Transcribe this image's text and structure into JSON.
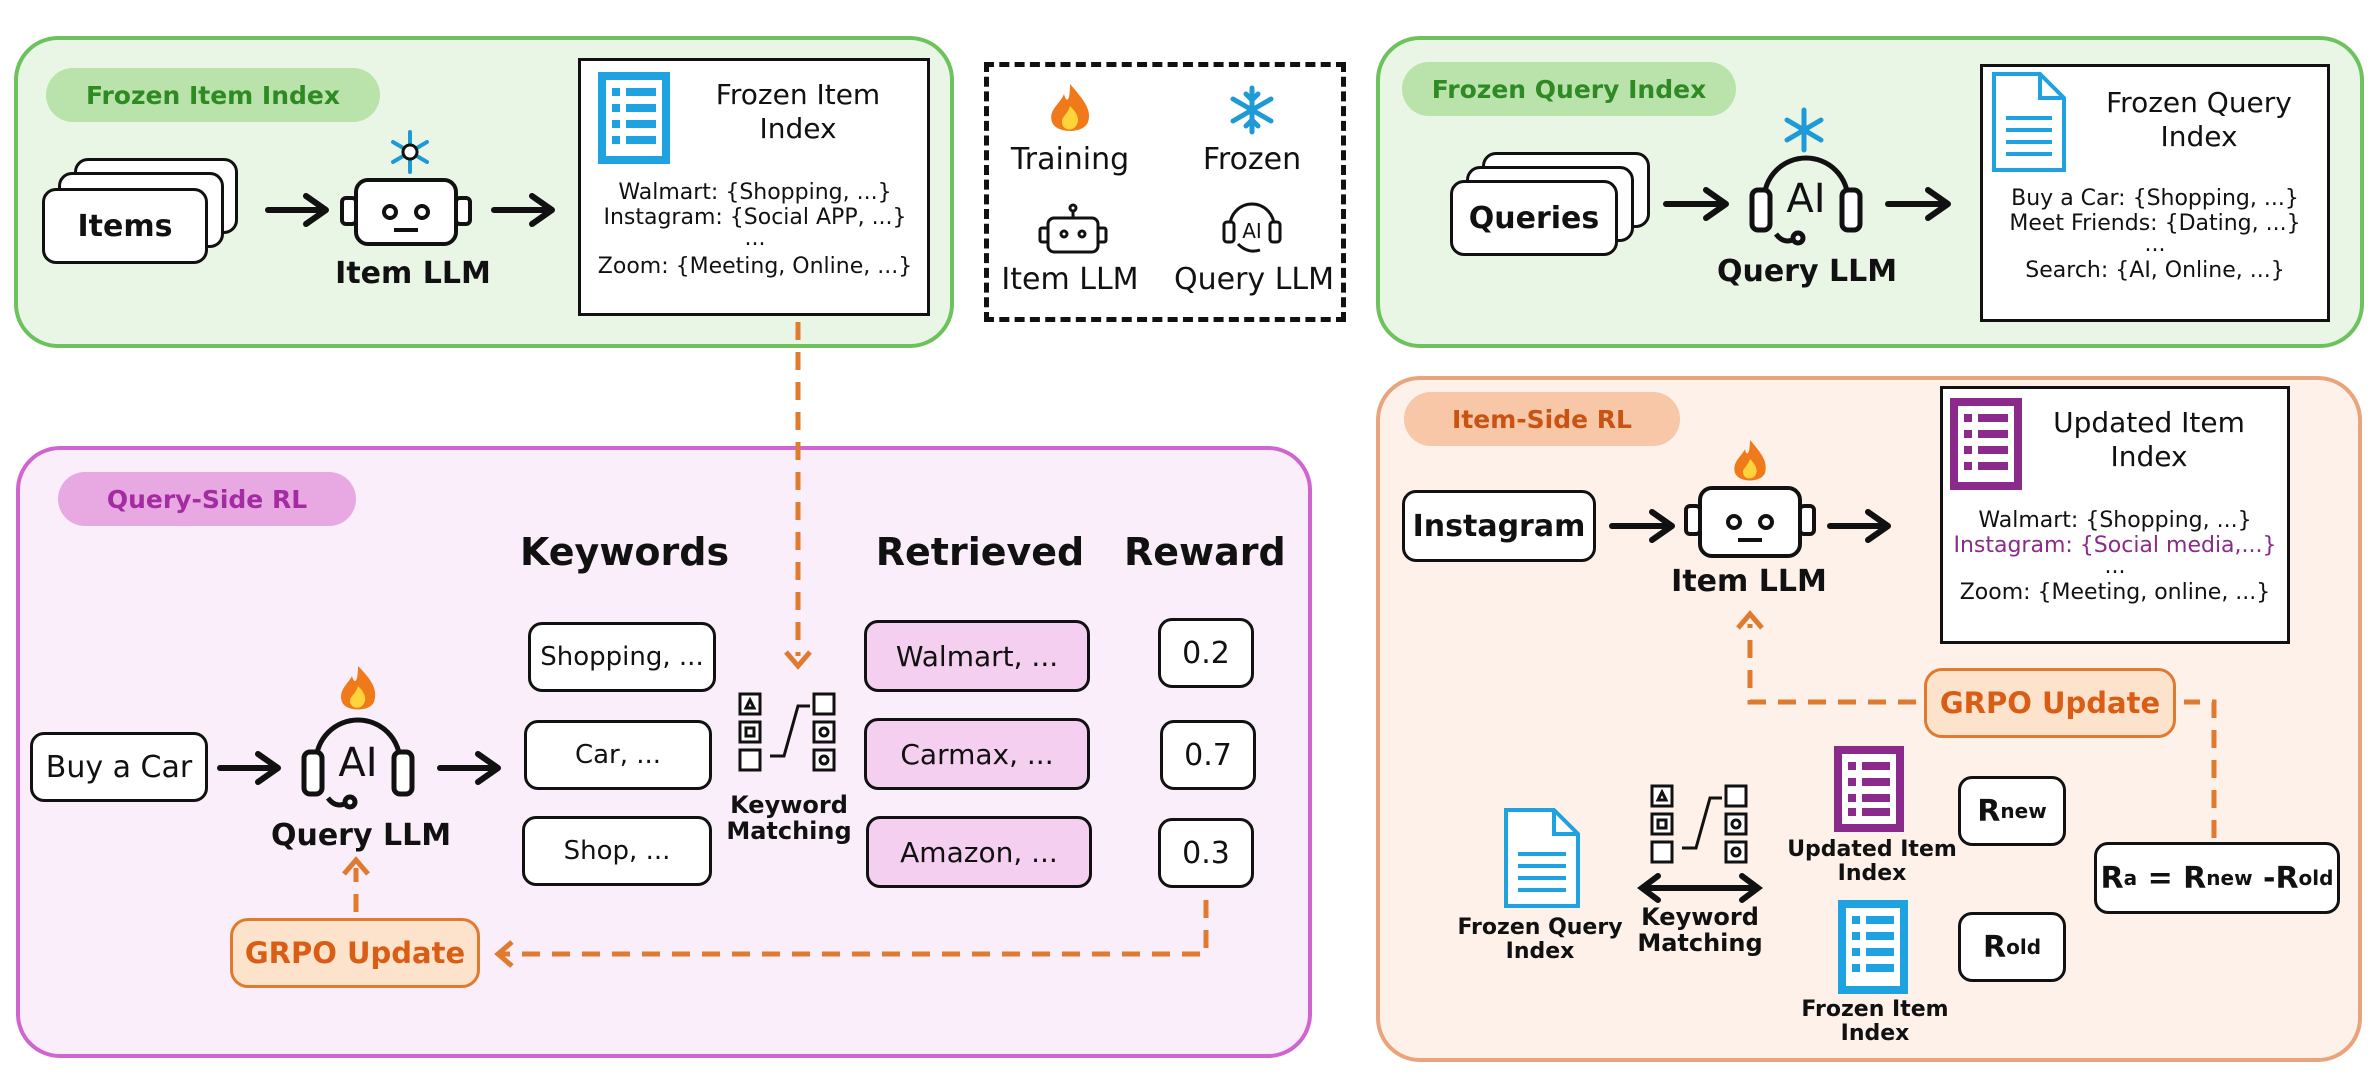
{
  "colors": {
    "green_panel": "#e9f6e6",
    "purple_panel": "#fbeefb",
    "orange_panel": "#fdf1ea",
    "dashed_arrow": "#e07a2e",
    "blue_icon": "#1ea3e0",
    "purple_icon": "#8a2a8a"
  },
  "frozen_item_index": {
    "pill": "Frozen Item Index",
    "items_label": "Items",
    "llm_label": "Item LLM",
    "card_title": "Frozen Item\nIndex",
    "card_lines": [
      "Walmart: {Shopping,  ...}",
      "Instagram: {Social APP, ...}",
      "...",
      "Zoom: {Meeting, Online, ...}"
    ]
  },
  "legend": {
    "training_label": "Training",
    "frozen_label": "Frozen",
    "item_llm": "Item LLM",
    "query_llm": "Query LLM"
  },
  "frozen_query_index": {
    "pill": "Frozen Query Index",
    "queries_label": "Queries",
    "llm_label": "Query LLM",
    "card_title": "Frozen Query\nIndex",
    "card_lines": [
      "Buy a Car: {Shopping,  ...}",
      "Meet Friends: {Dating, ...}",
      "...",
      "Search: {AI, Online, ...}"
    ]
  },
  "query_side_rl": {
    "pill": "Query-Side RL",
    "input": "Buy a Car",
    "llm_label": "Query LLM",
    "header_keywords": "Keywords",
    "header_retrieved": "Retrieved",
    "header_reward": "Reward",
    "keywords": [
      "Shopping, ...",
      "Car, ...",
      "Shop, ..."
    ],
    "retrieved": [
      "Walmart, ...",
      "Carmax, ...",
      "Amazon, ..."
    ],
    "rewards": [
      "0.2",
      "0.7",
      "0.3"
    ],
    "matching_label": "Keyword\nMatching",
    "grpo": "GRPO Update"
  },
  "item_side_rl": {
    "pill": "Item-Side RL",
    "input": "Instagram",
    "llm_label": "Item LLM",
    "card_title": "Updated Item\nIndex",
    "card_lines": [
      "Walmart: {Shopping,  ...}",
      "Instagram: {Social media,...}",
      "...",
      "Zoom: {Meeting, online, ...}"
    ],
    "grpo": "GRPO Update",
    "frozen_query_index_label": "Frozen Query\nIndex",
    "matching_label": "Keyword\nMatching",
    "updated_item_index_label": "Updated Item\nIndex",
    "frozen_item_index_label": "Frozen Item\nIndex",
    "r_new": "R",
    "r_new_sub": "new",
    "r_old": "R",
    "r_old_sub": "old",
    "ra_main": "R",
    "ra_sub": "a",
    "ra_eq": " = R",
    "ra_new_sub": "new",
    "ra_minus": " -R",
    "ra_old_sub": "old"
  }
}
